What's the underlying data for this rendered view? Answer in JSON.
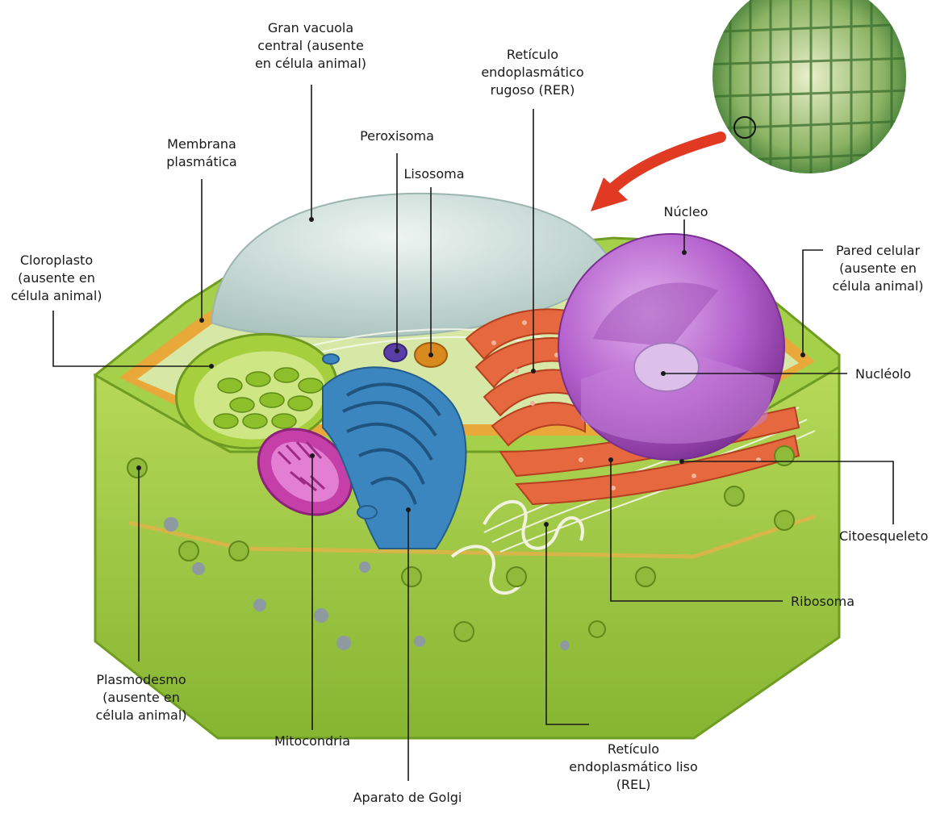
{
  "labels": {
    "gran_vacuola": "Gran vacuola\ncentral (ausente\nen célula animal)",
    "reticulo_rugoso": "Retículo\nendoplasmático\nrugoso (RER)",
    "peroxisoma": "Peroxisoma",
    "lisosoma": "Lisosoma",
    "membrana": "Membrana\nplasmática",
    "nucleo": "Núcleo",
    "pared": "Pared celular\n(ausente en\ncélula animal)",
    "cloroplasto": "Cloroplasto\n(ausente en\ncélula animal)",
    "nucleolo": "Nucléolo",
    "citoesqueleto": "Citoesqueleto",
    "ribosoma": "Ribosoma",
    "plasmodesmo": "Plasmodesmo\n(ausente en\ncélula animal)",
    "mitocondria": "Mitocondria",
    "aparato_golgi": "Aparato de Golgi",
    "reticulo_liso": "Retículo\nendoplasmático liso\n(REL)"
  },
  "colors": {
    "cell_wall": "#9ccc3c",
    "cell_wall_dark": "#6f9d22",
    "membrane": "#e8a93a",
    "cytoplasm": "#cfe39a",
    "vacuole": "#c9dcd8",
    "nucleus": "#b05ac8",
    "nucleolus": "#d9b8e6",
    "rer": "#e5683f",
    "golgi": "#3c86c0",
    "mitochondria": "#c43fa8",
    "chloroplast": "#a6cf3e",
    "peroxisome": "#5a3ea8",
    "lysosome": "#d98a1e",
    "arrow": "#e03a23",
    "micrograph": "#5f9b3e"
  }
}
